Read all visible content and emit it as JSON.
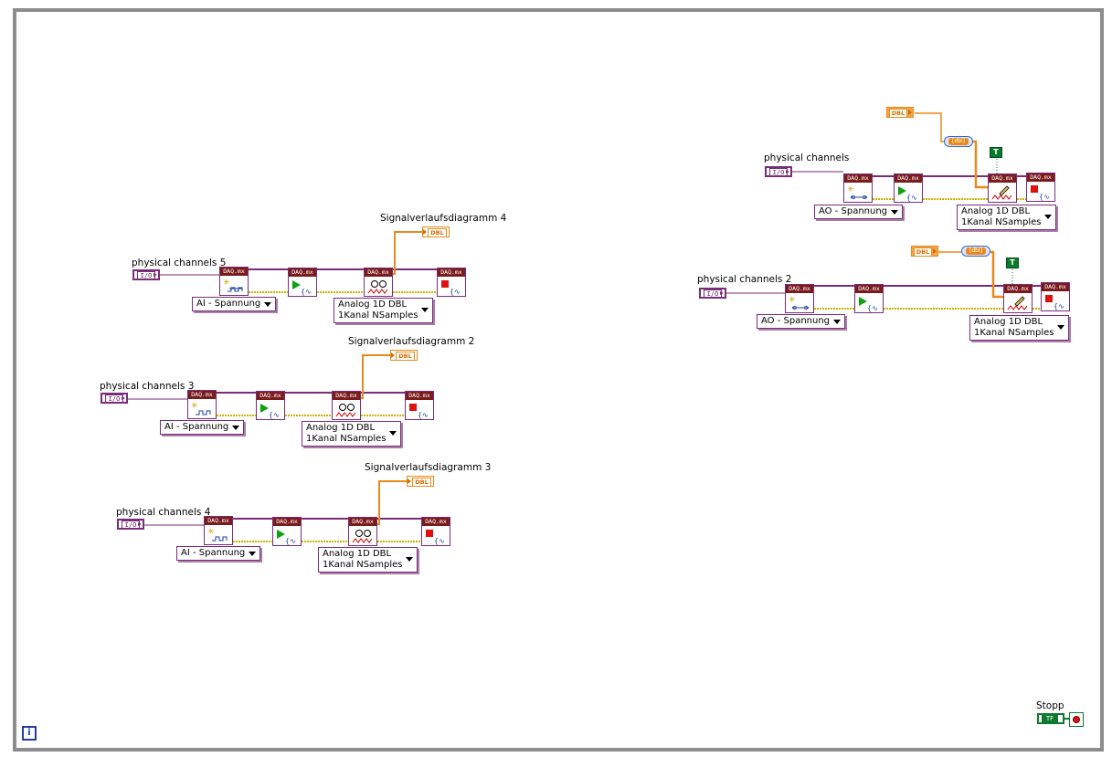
{
  "groups": [
    {
      "id": "g5",
      "channel_label": "physical channels 5",
      "io_text": "I/O",
      "task_type": "AI - Spannung",
      "mode_line1": "Analog 1D DBL",
      "mode_line2": "1Kanal NSamples",
      "chart_label": "Signalverlaufsdiagramm 4"
    },
    {
      "id": "g3",
      "channel_label": "physical channels 3",
      "io_text": "I/O",
      "task_type": "AI - Spannung",
      "mode_line1": "Analog 1D DBL",
      "mode_line2": "1Kanal NSamples",
      "chart_label": "Signalverlaufsdiagramm 2"
    },
    {
      "id": "g4",
      "channel_label": "physical channels 4",
      "io_text": "I/O",
      "task_type": "AI - Spannung",
      "mode_line1": "Analog 1D DBL",
      "mode_line2": "1Kanal NSamples",
      "chart_label": "Signalverlaufsdiagramm 3"
    },
    {
      "id": "g1",
      "channel_label": "physical channels",
      "io_text": "I/O",
      "task_type": "AO - Spannung",
      "mode_line1": "Analog 1D DBL",
      "mode_line2": "1Kanal NSamples"
    },
    {
      "id": "g2",
      "channel_label": "physical channels 2",
      "io_text": "I/O",
      "task_type": "AO - Spannung",
      "mode_line1": "Analog 1D DBL",
      "mode_line2": "1Kanal NSamples"
    }
  ],
  "daqmx_header": "DAQ.mx",
  "dbl_text": "DBL",
  "bool_const_text": "T",
  "bundle_text": "[dbl]",
  "stop_label": "Stopp",
  "stop_bool_text": "TF",
  "info_text": "i",
  "colors": {
    "task_wire": "#7a2b7a",
    "error_wire": "#c9b400",
    "dbl_wire": "#e88a1a",
    "bool_wire": "#0c7a2e"
  }
}
